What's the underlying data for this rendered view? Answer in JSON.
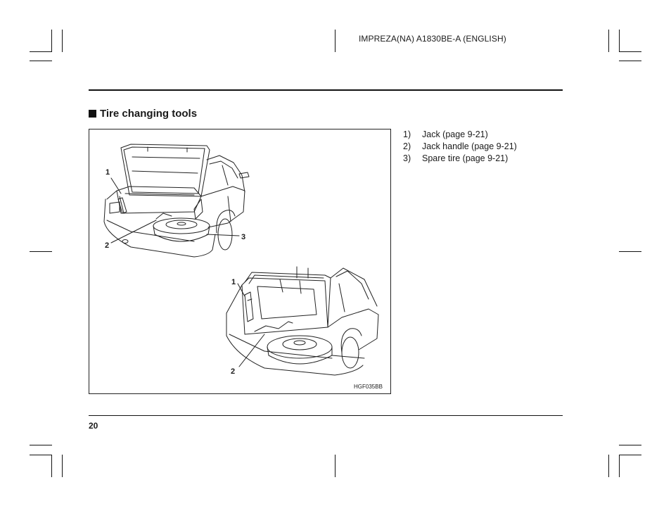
{
  "header": {
    "doc_code": "IMPREZA(NA) A1830BE-A (ENGLISH)"
  },
  "section": {
    "title": "Tire changing tools"
  },
  "figure": {
    "code": "HGF035BB",
    "callouts_sedan": [
      "1",
      "2",
      "3"
    ],
    "callouts_hatch": [
      "1",
      "2"
    ]
  },
  "legend": [
    {
      "num": "1)",
      "text": "Jack (page 9-21)"
    },
    {
      "num": "2)",
      "text": "Jack handle (page 9-21)"
    },
    {
      "num": "3)",
      "text": "Spare tire (page 9-21)"
    }
  ],
  "footer": {
    "page_number": "20"
  }
}
